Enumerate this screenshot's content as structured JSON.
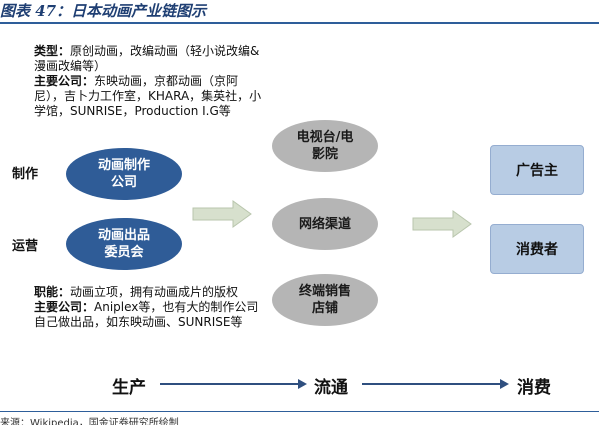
{
  "figure": {
    "title": "图表 47：日本动画产业链图示",
    "source": "来源：Wikipedia，国金证券研究所绘制"
  },
  "top_text": {
    "type_label": "类型：",
    "type_text": "原创动画，改编动画（轻小说改编&漫画改编等）",
    "company_label": "主要公司：",
    "company_text": "东映动画，京都动画（京阿尼），吉卜力工作室，KHARA，集英社，小学馆，SUNRISE，Production I.G等"
  },
  "bottom_text": {
    "function_label": "职能：",
    "function_text": "动画立项，拥有动画成片的版权",
    "company_label": "主要公司：",
    "company_text": "Aniplex等，也有大的制作公司自己做出品，如东映动画、SUNRISE等"
  },
  "left_column": {
    "production_label": "制作",
    "operation_label": "运营",
    "production_node": "动画制作\n公司",
    "committee_node": "动画出品\n委员会"
  },
  "channels": {
    "tv": "电视台/电\n影院",
    "online": "网络渠道",
    "retail": "终端销售\n店铺"
  },
  "targets": {
    "advertiser": "广告主",
    "consumer": "消费者"
  },
  "flow": {
    "stage1": "生产",
    "stage2": "流通",
    "stage3": "消费"
  },
  "colors": {
    "blue_node": "#2f5c97",
    "gray_node": "#b5b5b5",
    "target_box": "#b8cce4",
    "title": "#1f3f73"
  }
}
